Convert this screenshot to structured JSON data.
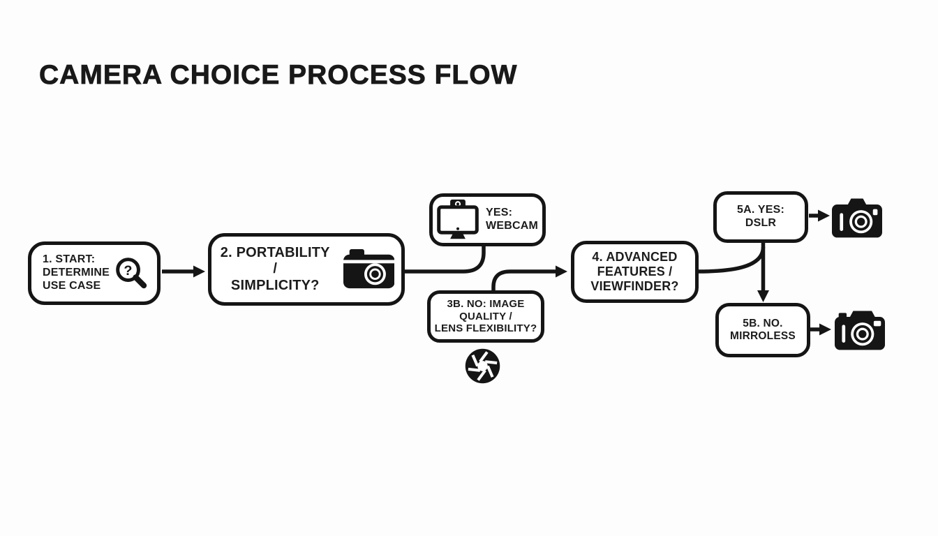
{
  "title": "CAMERA CHOICE PROCESS FLOW",
  "colors": {
    "background": "#fdfdfd",
    "ink": "#151515",
    "box_fill": "#ffffff"
  },
  "nodes": {
    "start": {
      "lines": [
        "1. START:",
        "DETERMINE",
        "USE CASE"
      ],
      "icon": "magnifier-question-icon"
    },
    "portability": {
      "lines": [
        "2. PORTABILITY /",
        "SIMPLICITY?"
      ],
      "icon": "compact-camera-icon"
    },
    "webcam": {
      "lines": [
        "YES:",
        "WEBCAM"
      ],
      "icon": "monitor-webcam-icon"
    },
    "image_quality": {
      "lines": [
        "3B. NO: IMAGE",
        "QUALITY /",
        "LENS FLEXIBILITY?"
      ],
      "icon": "aperture-icon"
    },
    "advanced": {
      "lines": [
        "4. ADVANCED",
        "FEATURES /",
        "VIEWFINDER?"
      ],
      "icon": null
    },
    "dslr": {
      "lines": [
        "5A. YES:",
        "DSLR"
      ],
      "icon": "dslr-camera-icon"
    },
    "mirrorless": {
      "lines": [
        "5B. NO.",
        "MIRROLESS"
      ],
      "icon": "mirrorless-camera-icon"
    }
  },
  "edges": [
    {
      "from": "start",
      "to": "portability",
      "style": "arrow"
    },
    {
      "from": "portability",
      "to": "webcam",
      "style": "plain"
    },
    {
      "from": "image_quality",
      "to": "advanced",
      "style": "arrow"
    },
    {
      "from": "advanced",
      "to": "dslr-mirrorless-junction",
      "style": "plain"
    },
    {
      "from": "dslr",
      "to": "mirrorless",
      "style": "arrow-down"
    },
    {
      "from": "dslr",
      "to": "dslr-camera-icon",
      "style": "arrow"
    },
    {
      "from": "mirrorless",
      "to": "mirrorless-camera-icon",
      "style": "arrow"
    }
  ]
}
